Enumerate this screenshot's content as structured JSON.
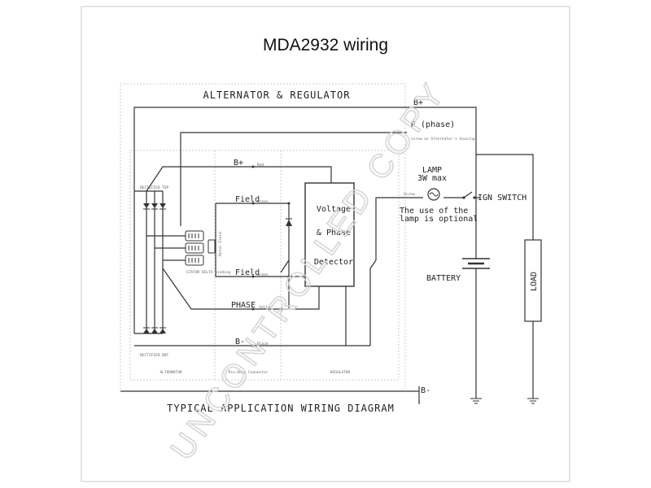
{
  "title": "MDA2932 wiring",
  "labels": {
    "alternator_regulator": "ALTERNATOR & REGULATOR",
    "b_plus_top": "B+",
    "r_phase": "R (phase)",
    "r_phase_note": "screw on Alternator's housing",
    "b_plus_inner": "B+",
    "b_plus_inner_wire": "Red",
    "field_upper": "Field",
    "field_upper_wire": "Green",
    "field_lower": "Field",
    "field_lower_wire": "Green",
    "phase": "PHASE",
    "phase_wire": "Yellow",
    "b_minus_inner": "B-",
    "b_minus_inner_wire": "Black",
    "voltage_line1": "Voltage",
    "voltage_line2": "& Phase",
    "voltage_line3": "Detector",
    "lamp_line1": "LAMP",
    "lamp_line2": "3W max",
    "lamp_note1": "The use of the",
    "lamp_note2": "lamp is optional",
    "ign_switch": "IGN SWITCH",
    "screw": "Screw",
    "battery": "BATTERY",
    "load": "LOAD",
    "b_minus_outer": "B-",
    "rectifier_top": "RECTIFIER TOP",
    "rectifier_bottom": "RECTIFIER BOT",
    "stator": "STATOR DELTA winding",
    "field_coil": "Rotor Field",
    "section_alternator": "ALTERNATOR",
    "section_connector": "Pin-Hdng Connector",
    "section_regulator": "REGULATOR",
    "footer": "TYPICAL APPLICATION WIRING DIAGRAM",
    "watermark": "UNCONTROLLED COPY"
  },
  "colors": {
    "line": "#333333",
    "border": "#c8c8c8",
    "dashed": "#cccccc",
    "watermark": "#d6d6d6"
  }
}
